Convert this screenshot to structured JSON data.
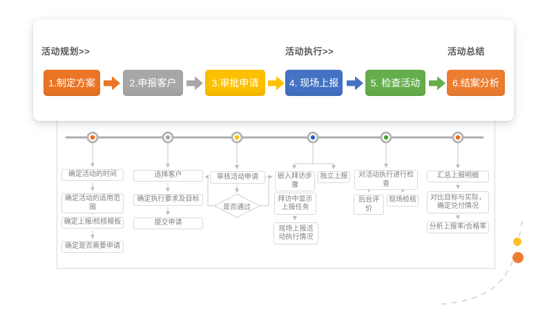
{
  "phases": [
    {
      "label": "活动规划>>"
    },
    {
      "label": "活动执行>>"
    },
    {
      "label": "活动总结"
    }
  ],
  "steps": [
    {
      "label": "1.制定方案",
      "color": "#EB7524"
    },
    {
      "label": "2.申报客户",
      "color": "#A7A7A7"
    },
    {
      "label": "3.审批申请",
      "color": "#FEC101"
    },
    {
      "label": "4. 现场上报",
      "color": "#4473C5"
    },
    {
      "label": "5. 检查活动",
      "color": "#66AE4C"
    },
    {
      "label": "6.结案分析",
      "color": "#ED7D31"
    }
  ],
  "timeline": {
    "line_color": "#ACACAC",
    "ring_color": "#B5B5B5",
    "node_colors": [
      "#F4690E",
      "#A7A7A7",
      "#FFC000",
      "#2E5FC8",
      "#4FA32A",
      "#F4690E"
    ]
  },
  "flow": {
    "columns": [
      {
        "boxes": [
          "确定活动的时间",
          "确定活动的适用范围",
          "确定上报/检核模板",
          "确定是否需要申请"
        ]
      },
      {
        "boxes": [
          "选择客户",
          "确定执行要求及目标",
          "提交申请"
        ]
      },
      {
        "boxes": [
          "审核活动申请"
        ],
        "decision": "是否通过"
      },
      {
        "boxes": [
          "嵌入拜访步骤",
          "独立上报",
          "拜访中显示上报任务",
          "现场上报活动执行情况"
        ]
      },
      {
        "boxes": [
          "对活动执行进行检查",
          "后台评价",
          "现场检核"
        ]
      },
      {
        "boxes": [
          "汇总上报明细",
          "对比目标与实际，确定兑付情况",
          "分析上报率/合格率"
        ]
      }
    ]
  },
  "decorations": {
    "dash_color": "#DCDCDC",
    "dot_colors": [
      "#FFC028",
      "#ED7D31"
    ]
  }
}
